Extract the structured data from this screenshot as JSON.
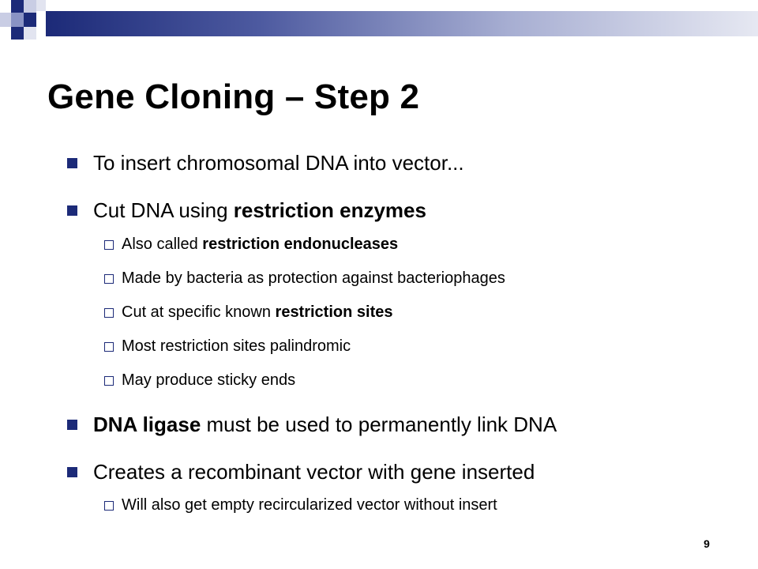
{
  "slide": {
    "title": "Gene Cloning – Step 2",
    "page_number": "9"
  },
  "bullets": [
    {
      "pre": "To insert chromosomal DNA into vector...",
      "bold": "",
      "post": ""
    },
    {
      "pre": "Cut DNA using ",
      "bold": "restriction enzymes",
      "post": ""
    },
    {
      "pre": "Also called ",
      "bold": "restriction endonucleases",
      "post": ""
    },
    {
      "pre": "Made by bacteria as protection against bacteriophages",
      "bold": "",
      "post": ""
    },
    {
      "pre": "Cut at specific known ",
      "bold": "restriction sites",
      "post": ""
    },
    {
      "pre": "Most restriction sites palindromic",
      "bold": "",
      "post": ""
    },
    {
      "pre": "May produce sticky ends",
      "bold": "",
      "post": ""
    },
    {
      "pre": "",
      "bold": "DNA ligase",
      "post": " must be used to permanently link DNA"
    },
    {
      "pre": "Creates a recombinant vector with gene inserted",
      "bold": "",
      "post": ""
    },
    {
      "pre": "Will also get empty recircularized vector without insert",
      "bold": "",
      "post": ""
    }
  ],
  "colors": {
    "accent": "#1c2a78",
    "accent_light": "#a7aed2"
  }
}
